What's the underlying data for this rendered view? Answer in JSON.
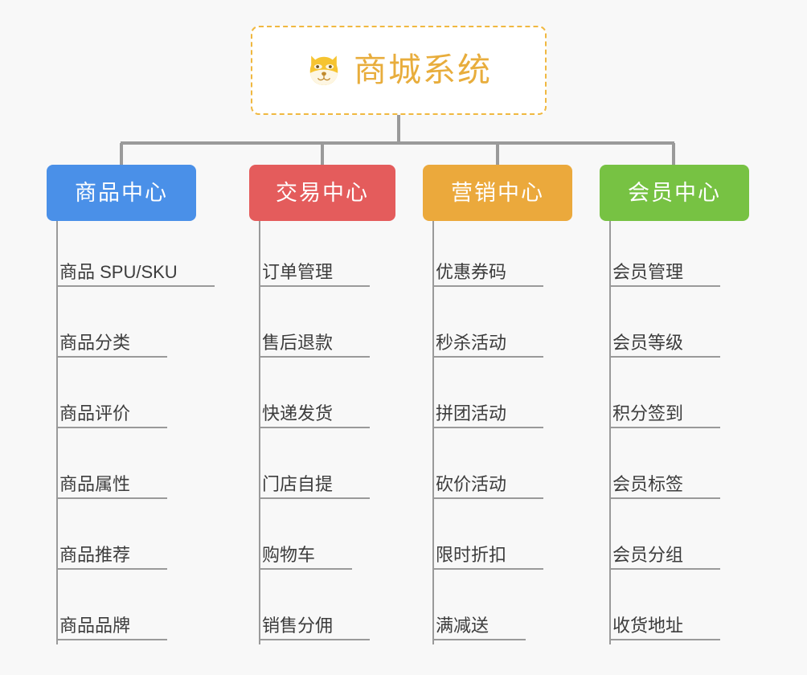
{
  "root": {
    "title": "商城系统",
    "icon": "shiba-dog-face-icon",
    "border_color": "#f0b840",
    "text_color": "#e8ad3c",
    "background": "#ffffff"
  },
  "canvas": {
    "background": "#f8f8f8",
    "connector_color": "#9a9a9a"
  },
  "categories": [
    {
      "label": "商品中心",
      "color": "#4a90e8",
      "items": [
        "商品 SPU/SKU",
        "商品分类",
        "商品评价",
        "商品属性",
        "商品推荐",
        "商品品牌"
      ]
    },
    {
      "label": "交易中心",
      "color": "#e45c5c",
      "items": [
        "订单管理",
        "售后退款",
        "快递发货",
        "门店自提",
        "购物车",
        "销售分佣"
      ]
    },
    {
      "label": "营销中心",
      "color": "#eba93c",
      "items": [
        "优惠券码",
        "秒杀活动",
        "拼团活动",
        "砍价活动",
        "限时折扣",
        "满减送"
      ]
    },
    {
      "label": "会员中心",
      "color": "#77c243",
      "items": [
        "会员管理",
        "会员等级",
        "积分签到",
        "会员标签",
        "会员分组",
        "收货地址"
      ]
    }
  ]
}
